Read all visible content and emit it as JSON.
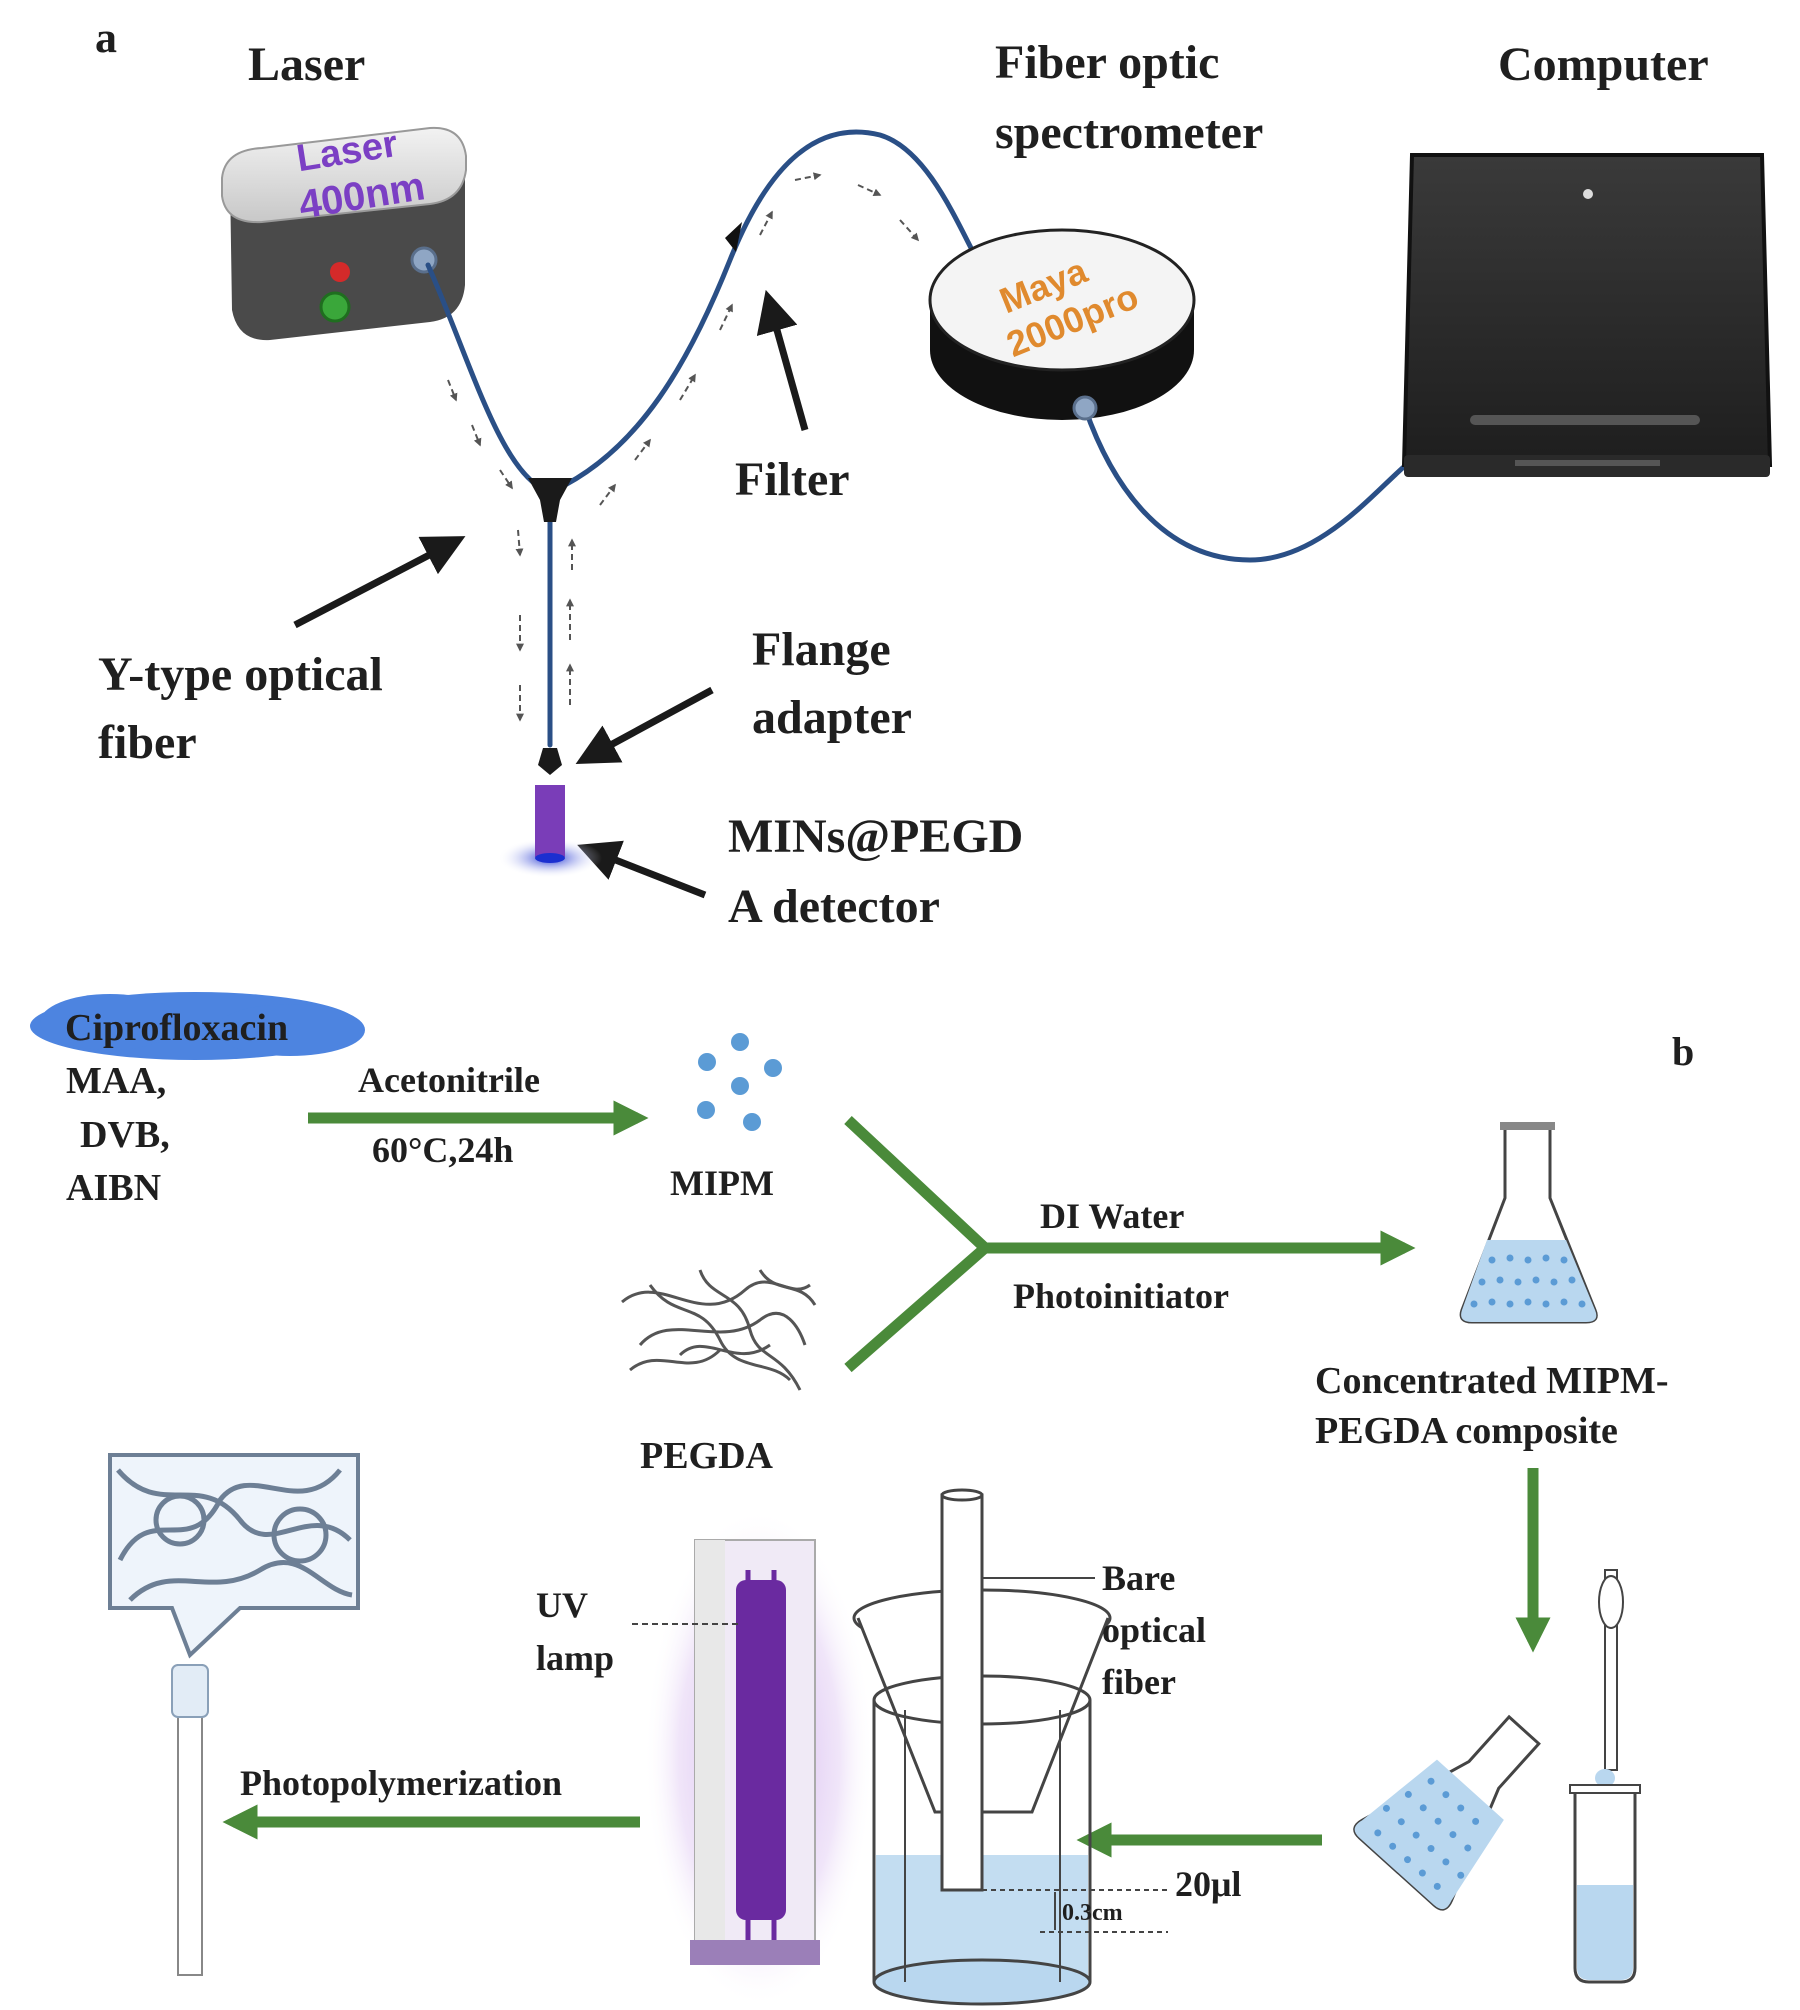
{
  "panel_a": {
    "label": "a",
    "titles": {
      "laser": "Laser",
      "spectrometer_line1": "Fiber optic",
      "spectrometer_line2": "spectrometer",
      "computer": "Computer"
    },
    "laser_box": {
      "line1": "Laser",
      "line2": "400nm"
    },
    "spectrometer_box": {
      "line1": "Maya",
      "line2": "2000pro"
    },
    "labels": {
      "filter": "Filter",
      "y_fiber_line1": "Y-type optical",
      "y_fiber_line2": "fiber",
      "flange_line1": "Flange",
      "flange_line2": "adapter",
      "detector_line1": "MINs@PEGD",
      "detector_line2": "A detector"
    },
    "colors": {
      "fiber": "#2a4f86",
      "laser_text": "#7b3fc4",
      "spectro_text": "#e08a2e",
      "arrow": "#1a1a1a"
    }
  },
  "panel_b": {
    "label": "b",
    "reagents": [
      "Ciprofloxacin",
      "MAA,",
      "DVB,",
      "AIBN"
    ],
    "step1_top": "Acetonitrile",
    "step1_bottom": "60°C,24h",
    "mipm": "MIPM",
    "pegda": "PEGDA",
    "step2_top": "DI Water",
    "step2_bottom": "Photoinitiator",
    "composite_line1": "Concentrated MIPM-",
    "composite_line2": "PEGDA composite",
    "volume": "20μl",
    "bare_fiber": [
      "Bare",
      "optical",
      "fiber"
    ],
    "uv_lamp": [
      "UV",
      "lamp"
    ],
    "photopolymerization": "Photopolymerization",
    "depth": "0.3cm",
    "colors": {
      "arrow": "#4a8a3a",
      "uv": "#6a2aa0",
      "liquid": "#b9d7ef",
      "dots": "#5b9bd5"
    }
  }
}
